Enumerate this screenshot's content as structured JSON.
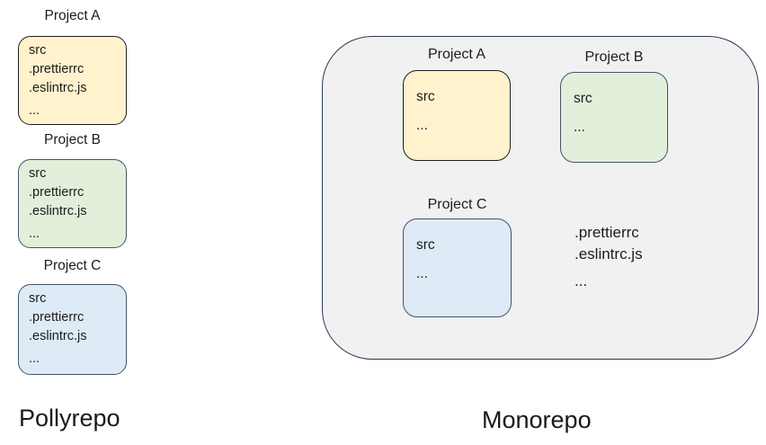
{
  "page": {
    "background": "#ffffff",
    "text_color": "#1c1c1c"
  },
  "polyrepo": {
    "label": "Pollyrepo",
    "projects": [
      {
        "title": "Project A",
        "files": [
          "src",
          ".prettierrc",
          ".eslintrc.js"
        ],
        "more": "...",
        "fill": "#FFF2CC",
        "border": "#1e1e1e"
      },
      {
        "title": "Project B",
        "files": [
          "src",
          ".prettierrc",
          ".eslintrc.js"
        ],
        "more": "...",
        "fill": "#E2EFDA",
        "border": "#44546A"
      },
      {
        "title": "Project C",
        "files": [
          "src",
          ".prettierrc",
          ".eslintrc.js"
        ],
        "more": "...",
        "fill": "#DEEAF6",
        "border": "#44546A"
      }
    ]
  },
  "monorepo": {
    "label": "Monorepo",
    "container": {
      "fill": "#F1F1F2",
      "border": "#2B3A55"
    },
    "projects": [
      {
        "title": "Project A",
        "files": [
          "src"
        ],
        "more": "...",
        "fill": "#FFF2CC",
        "border": "#1e1e1e"
      },
      {
        "title": "Project B",
        "files": [
          "src"
        ],
        "more": "...",
        "fill": "#E2EFDA",
        "border": "#44546A"
      },
      {
        "title": "Project C",
        "files": [
          "src"
        ],
        "more": "...",
        "fill": "#DEEAF6",
        "border": "#44546A"
      }
    ],
    "shared": {
      "files": [
        ".prettierrc",
        ".eslintrc.js"
      ],
      "more": "..."
    }
  }
}
